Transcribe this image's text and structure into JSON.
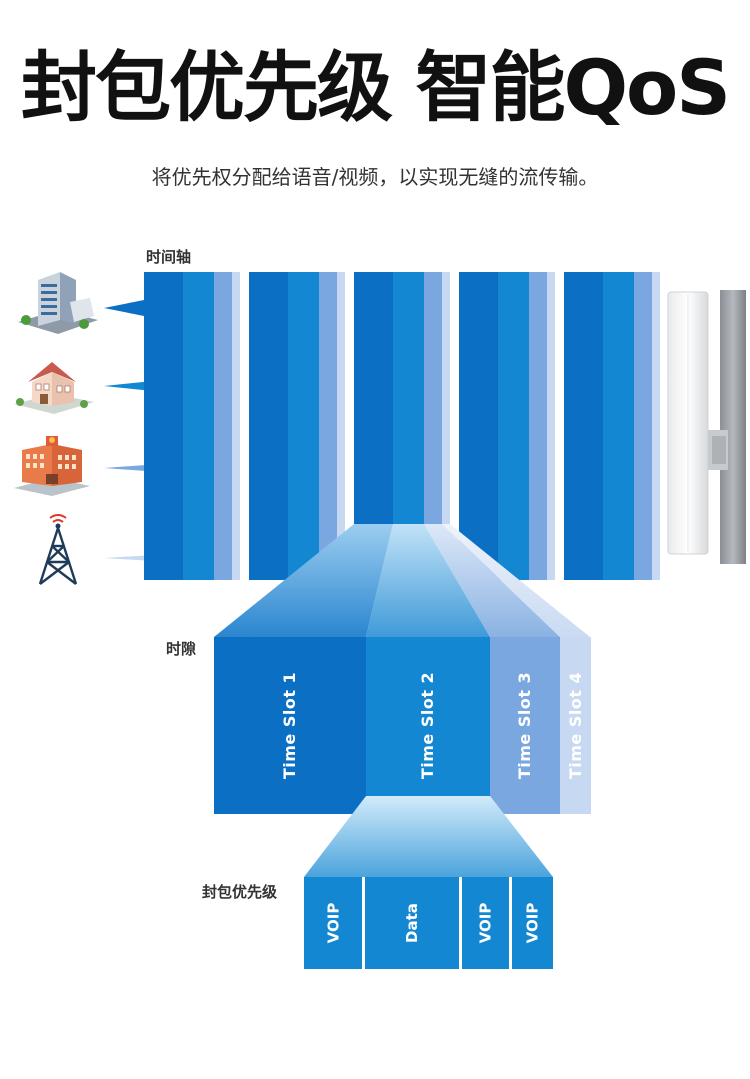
{
  "header": {
    "title": "封包优先级 智能QoS",
    "subtitle": "将优先权分配给语音/视频，以实现无缝的流传输。"
  },
  "labels": {
    "timeline": "时间轴",
    "timeslot": "时隙",
    "packet_priority": "封包优先级"
  },
  "devices": [
    "office-building-icon",
    "house-icon",
    "hotel-building-icon",
    "signal-tower-icon"
  ],
  "time_slots": [
    "Time Slot 1",
    "Time Slot 2",
    "Time Slot 3",
    "Time Slot 4"
  ],
  "packets": [
    "VOIP",
    "Data",
    "VOIP",
    "VOIP"
  ],
  "colors": {
    "slot1": "#0b6fc4",
    "slot2": "#1387d1",
    "slot3": "#7aa7df",
    "slot4": "#c6d8f2"
  }
}
